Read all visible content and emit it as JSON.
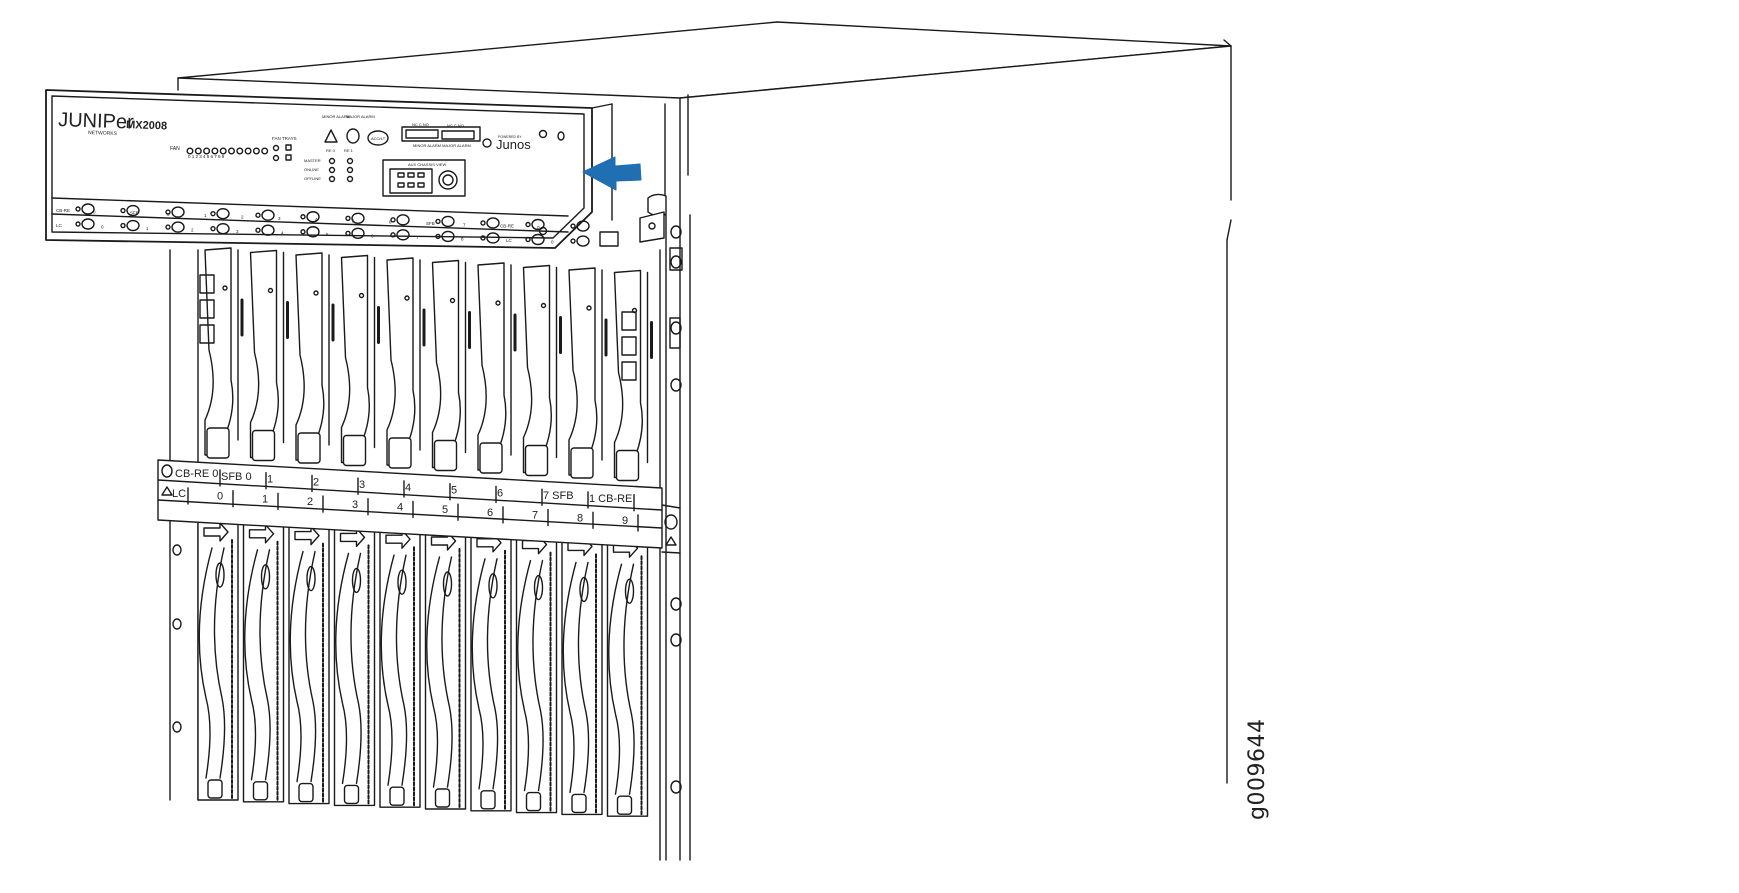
{
  "craft_panel": {
    "brand": "JUNIPer",
    "brand_sub": "NETWORKS",
    "model": "MX2008",
    "fan_label": "FAN",
    "fan_digits": "0 1 2 3 4 5 6 7 8 9",
    "fan_tray_label": "FAN TRAYS",
    "minor_alarm": "MINOR ALARM",
    "major_alarm": "MAJOR ALARM",
    "alarm_cutoff": "ACO/LT",
    "re0": "RE 0",
    "re1": "RE 1",
    "master": "MASTER",
    "online": "ONLINE",
    "offline": "OFFLINE",
    "ethernet_label": "MINOR ALARM    MAJOR ALARM",
    "nc_no": "NC  C  NO",
    "card_label": "AUX CHASSIS VIEW",
    "junos": "Junos",
    "junos_sub": "POWERED BY"
  },
  "panel_row1": [
    "CB-RE",
    "0",
    "SFB",
    "0",
    "1",
    "2",
    "3",
    "4",
    "5",
    "6",
    "SFB",
    "7",
    "CB-RE",
    "0"
  ],
  "panel_row2": [
    "LC",
    "0",
    "1",
    "2",
    "3",
    "4",
    "5",
    "6",
    "7",
    "8",
    "LC",
    "0"
  ],
  "label_strip": {
    "row1": [
      "CB-RE 0",
      "SFB  0",
      "1",
      "2",
      "3",
      "4",
      "5",
      "6",
      "7 SFB",
      "1   CB-RE"
    ],
    "row2": [
      "LC",
      "0",
      "1",
      "2",
      "3",
      "4",
      "5",
      "6",
      "7",
      "8",
      "9"
    ]
  },
  "figure_id": "g009644",
  "colors": {
    "arrow": "#1f6fb2",
    "line": "#1a1a1a",
    "fill": "#ffffff"
  }
}
